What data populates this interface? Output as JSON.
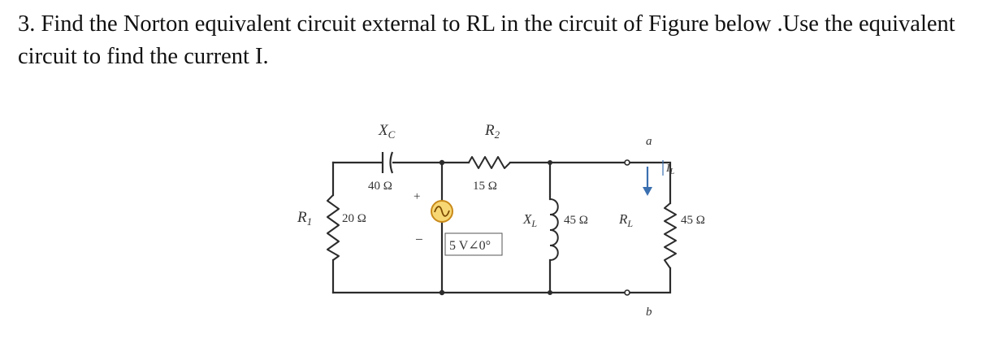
{
  "question": {
    "number": "3.",
    "text": "Find the Norton equivalent circuit external to RL in the circuit of Figure below .Use the equivalent circuit to find the current I."
  },
  "figure": {
    "xc_label": "X",
    "xc_sub": "C",
    "xc_value": "40 Ω",
    "r2_label": "R",
    "r2_sub": "2",
    "r2_value": "15 Ω",
    "r1_label": "R",
    "r1_sub": "1",
    "r1_value": "20 Ω",
    "source_plus": "+",
    "source_minus": "−",
    "source_value": "5 V∠0°",
    "xl_label": "X",
    "xl_sub": "L",
    "xl_value": "45 Ω",
    "rl_label": "R",
    "rl_sub": "L",
    "rl_value": "45 Ω",
    "il_label": "I",
    "il_sub": "L",
    "terminal_a": "a",
    "terminal_b": "b"
  },
  "colors": {
    "wire": "#2b2b2b",
    "source_fill": "#f7d774",
    "source_stroke": "#c98a1a",
    "arrow": "#3a6fb0"
  }
}
